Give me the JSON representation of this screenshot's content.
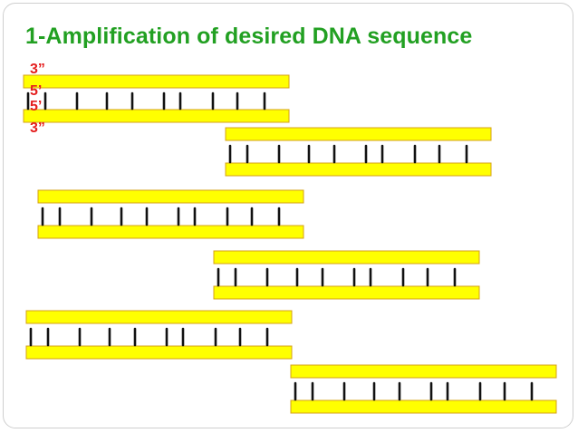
{
  "title": "1-Amplification of desired DNA sequence",
  "strand_labels": [
    "3”",
    "5’",
    "5’",
    "3”"
  ],
  "colors": {
    "title": "#22a022",
    "label": "#e41e1e",
    "strand_fill": "#ffff00",
    "strand_edge": "#d4a017",
    "bond": "#111111"
  }
}
